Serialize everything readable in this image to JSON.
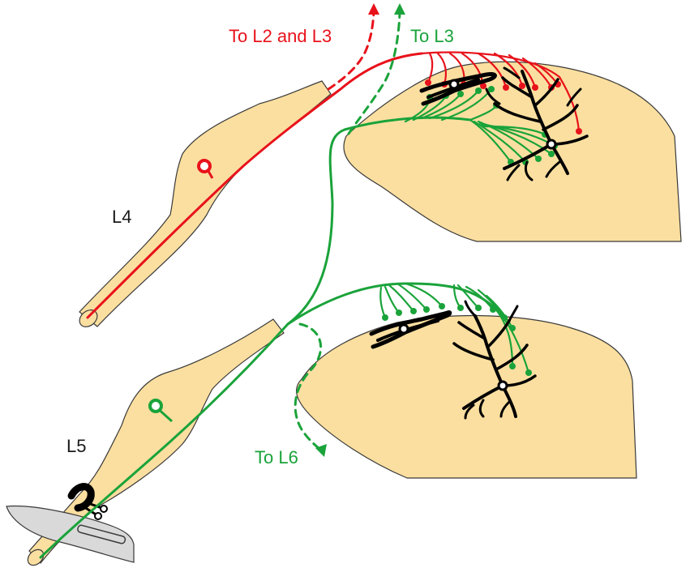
{
  "labels": {
    "l4": "L4",
    "l5": "L5",
    "to_l2_l3": "To L2 and L3",
    "to_l3": "To L3",
    "to_l6": "To L6"
  },
  "colors": {
    "ganglion_fill": "#fbdfa0",
    "ganglion_stroke": "#3a3a3a",
    "red_axon": "#e8121b",
    "green_axon": "#1aa33a",
    "neuron": "#000000",
    "scalpel": "#d9d9d9",
    "text_black": "#1a1a1a"
  },
  "icons": {
    "cut_instrument": "scalpel-icon",
    "ligature": "ligature-clip-icon"
  }
}
